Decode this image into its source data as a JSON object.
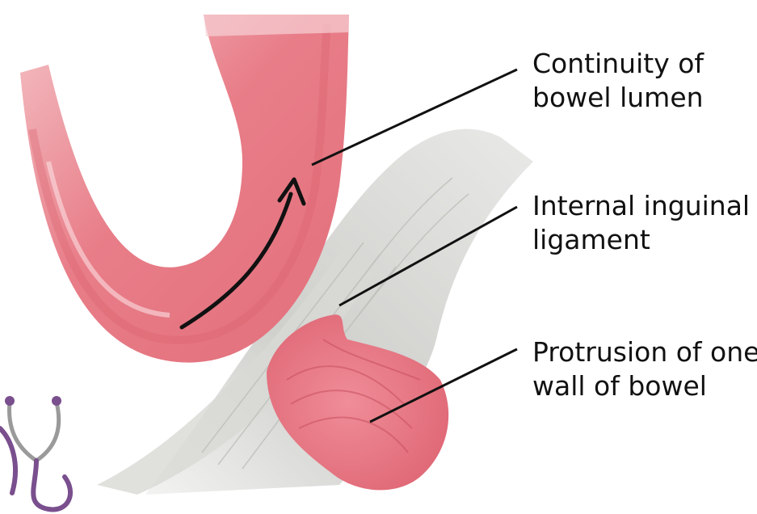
{
  "labels": {
    "continuity": {
      "line1": "Continuity of",
      "line2": "bowel lumen"
    },
    "ligament": {
      "line1": "Internal inguinal",
      "line2": "ligament"
    },
    "protrusion": {
      "line1": "Protrusion of one",
      "line2": "wall of bowel"
    }
  },
  "icons": {
    "logo": "stethoscope-icon"
  },
  "colors": {
    "bowel": "#e57b86",
    "bowel_dark": "#d9606d",
    "bowel_light": "#f2b3b9",
    "ligament": "#c9c9c6",
    "ligament_light": "#e4e4e2",
    "stethoscope": "#7a4f8e",
    "leader": "#111111"
  }
}
